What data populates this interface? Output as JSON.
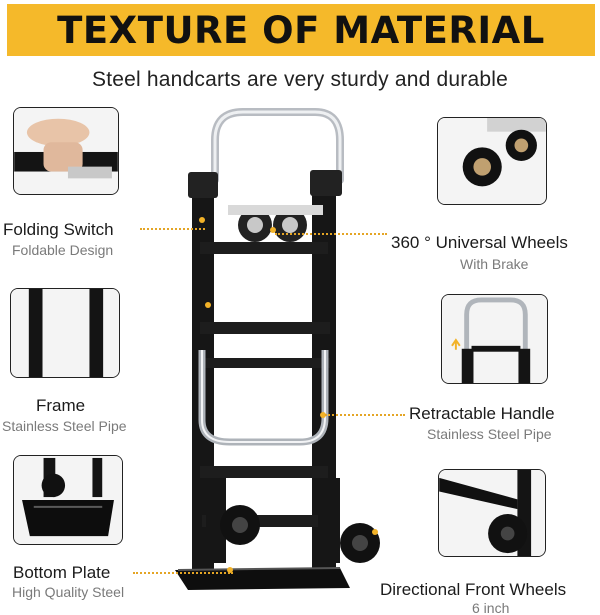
{
  "header": {
    "title": "TEXTURE OF MATERIAL",
    "subtitle": "Steel handcarts are very sturdy and durable",
    "banner_color": "#f5b92a"
  },
  "features": [
    {
      "title": "Folding Switch",
      "detail": "Foldable Design"
    },
    {
      "title": "360 ° Universal Wheels",
      "detail": "With Brake"
    },
    {
      "title": "Frame",
      "detail": "Stainless Steel Pipe"
    },
    {
      "title": "Retractable Handle",
      "detail": "Stainless Steel Pipe"
    },
    {
      "title": "Bottom Plate",
      "detail": "High Quality Steel"
    },
    {
      "title": "Directional Front Wheels",
      "detail": "6 inch"
    }
  ],
  "accent_color": "#e4a525"
}
